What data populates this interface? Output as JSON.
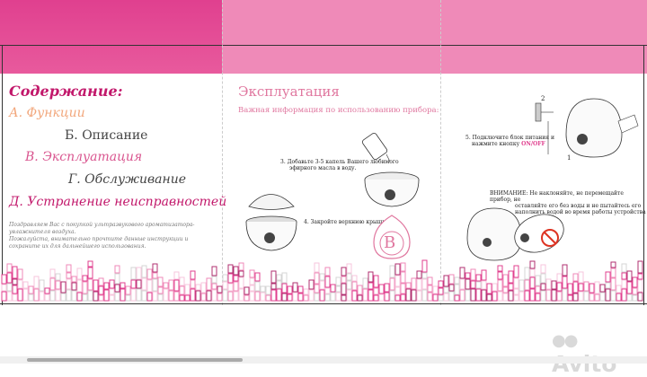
{
  "contents": {
    "title": "Содержание:",
    "items": [
      {
        "label": "А. Функции",
        "color": "#f2a77c"
      },
      {
        "label": "Б. Описание",
        "color": "#444444"
      },
      {
        "label": "В. Эксплуатация",
        "color": "#d9558f"
      },
      {
        "label": "Г. Обслуживание",
        "color": "#444444"
      },
      {
        "label": "Д. Устранение неисправностей",
        "color": "#c2186b"
      }
    ],
    "intro_line1": "Поздравляем Вас с покупкой ультразвукового ароматизатора-увлажнителя воздуха.",
    "intro_line2": "Пожалуйста, внимательно прочтите данные инструкции и сохраните их для дальнейшего использования."
  },
  "operation": {
    "title": "Эксплуатация",
    "subtitle": "Важная информация по использованию прибора:",
    "step3_line1": "3. Добавьте 3-5 капель Вашего любимого",
    "step3_line2": "эфирного масла в воду.",
    "step4": "4. Закройте верхнюю крышку.",
    "badge_letter": "B",
    "step5_line1": "5. Подключите блок питания и",
    "step5_line2": "нажмите кнопку",
    "step5_button": "ON/OFF",
    "callout_2": "2",
    "callout_1": "1",
    "warning_line1": "ВНИМАНИЕ: Не наклоняйте, не перемещайте прибор, не",
    "warning_line2": "оставляйте его без воды и не пытайтесь его",
    "warning_line3": "наполнить водой во время работы устройства"
  },
  "watermark": "Avito",
  "colors": {
    "accent": "#e0408f",
    "light_pink": "#ef8ab8",
    "pink_text": "#e0779f"
  }
}
